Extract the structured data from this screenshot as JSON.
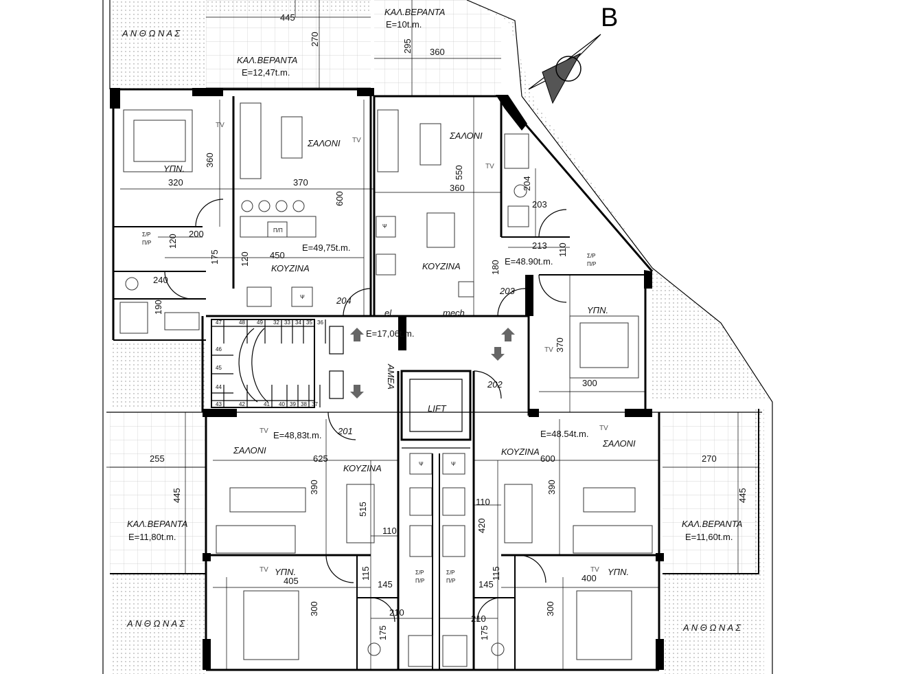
{
  "north_label": "B",
  "rooms": {
    "saloni": "ΣΑΛΟΝΙ",
    "kouzina": "ΚΟΥΖΙΝΑ",
    "ypn": "ΥΠΝ.",
    "veranta": "ΚΑΛ.ΒΕΡΑΝΤΑ",
    "anthonas": "Α Ν Θ Ω Ν Α Σ",
    "lift": "LIFT",
    "amea": "ΑΜΕΑ",
    "el": "el.",
    "mech": "mech.",
    "sp": "Σ/Ρ",
    "pp": "Π/Ρ",
    "pl": "Π/Π",
    "tv": "TV",
    "psi": "Ψ"
  },
  "areas": {
    "apt_tl": "E=49,75t.m.",
    "apt_tr": "E=48.90t.m.",
    "apt_bl": "E=48,83t.m.",
    "apt_br": "E=48.54t.m.",
    "stair": "E=17,06t.m.",
    "ver_tl": "E=12,47t.m.",
    "ver_tr": "E=10t.m.",
    "ver_bl": "E=11,80t.m.",
    "ver_br": "E=11,60t.m."
  },
  "doors": [
    "201",
    "202",
    "203",
    "204"
  ],
  "dims": {
    "d445a": "445",
    "d270a": "270",
    "d295": "295",
    "d360a": "360",
    "d360b": "360",
    "d320": "320",
    "d370a": "370",
    "d600a": "600",
    "d550": "550",
    "d360c": "360",
    "d204": "204",
    "d203": "203",
    "d213": "213",
    "d110a": "110",
    "d180": "180",
    "d200": "200",
    "d120a": "120",
    "d175a": "175",
    "d450": "450",
    "d120b": "120",
    "d240": "240",
    "d190": "190",
    "d370b": "370",
    "d300a": "300",
    "d625": "625",
    "d255": "255",
    "d445b": "445",
    "d390a": "390",
    "d515": "515",
    "d110b": "110",
    "d420": "420",
    "d110c": "110",
    "d600b": "600",
    "d390b": "390",
    "d270b": "270",
    "d445c": "445",
    "d405": "405",
    "d145a": "145",
    "d115a": "115",
    "d115b": "115",
    "d145b": "145",
    "d400": "400",
    "d300b": "300",
    "d210a": "210",
    "d210b": "210",
    "d175b": "175",
    "d175c": "175",
    "d300c": "300"
  },
  "steps": {
    "top": [
      "47",
      "48",
      "49",
      "32",
      "33",
      "34",
      "35",
      "36"
    ],
    "left": [
      "46",
      "45",
      "44"
    ],
    "bottom": [
      "43",
      "42",
      "41",
      "40",
      "39",
      "38",
      "37"
    ]
  }
}
